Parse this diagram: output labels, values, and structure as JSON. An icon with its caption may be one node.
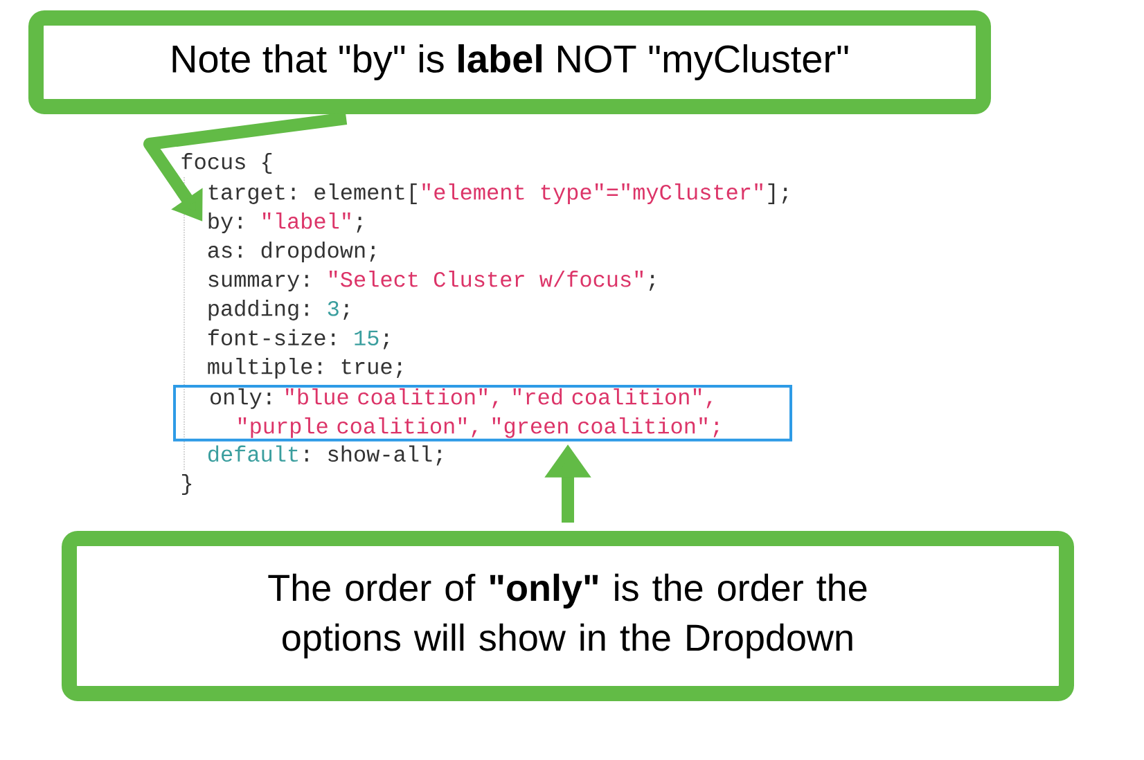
{
  "diagram": {
    "nodes": [
      {
        "text": [
          "Note that \"by\" is **label** NOT \"myCluster\""
        ]
      },
      {
        "text": [
          "by:",
          "\"label\"",
          ";"
        ]
      },
      {
        "text": [
          "only:",
          "\"blue coalition\", \"red coalition\",",
          "\"purple coalition\", \"green coalition\";"
        ]
      },
      {
        "text": [
          "The order of **\"only\"** is the order the options will show in the Dropdown"
        ]
      }
    ],
    "edges": [
      {
        "from": 0,
        "to": 1,
        "arrow": "to"
      },
      {
        "from": 3,
        "to": 2,
        "arrow": "to"
      }
    ],
    "labels": [
      "focus {",
      "target: element[",
      "\"element type\"=\"myCluster\"",
      "];",
      "as: dropdown;",
      "summary:",
      "\"Select Cluster w/focus\"",
      ";",
      "padding:",
      "3",
      ";",
      "font-size:",
      "15",
      ";",
      "multiple: true;",
      "default",
      ": show-all;",
      "}"
    ]
  }
}
